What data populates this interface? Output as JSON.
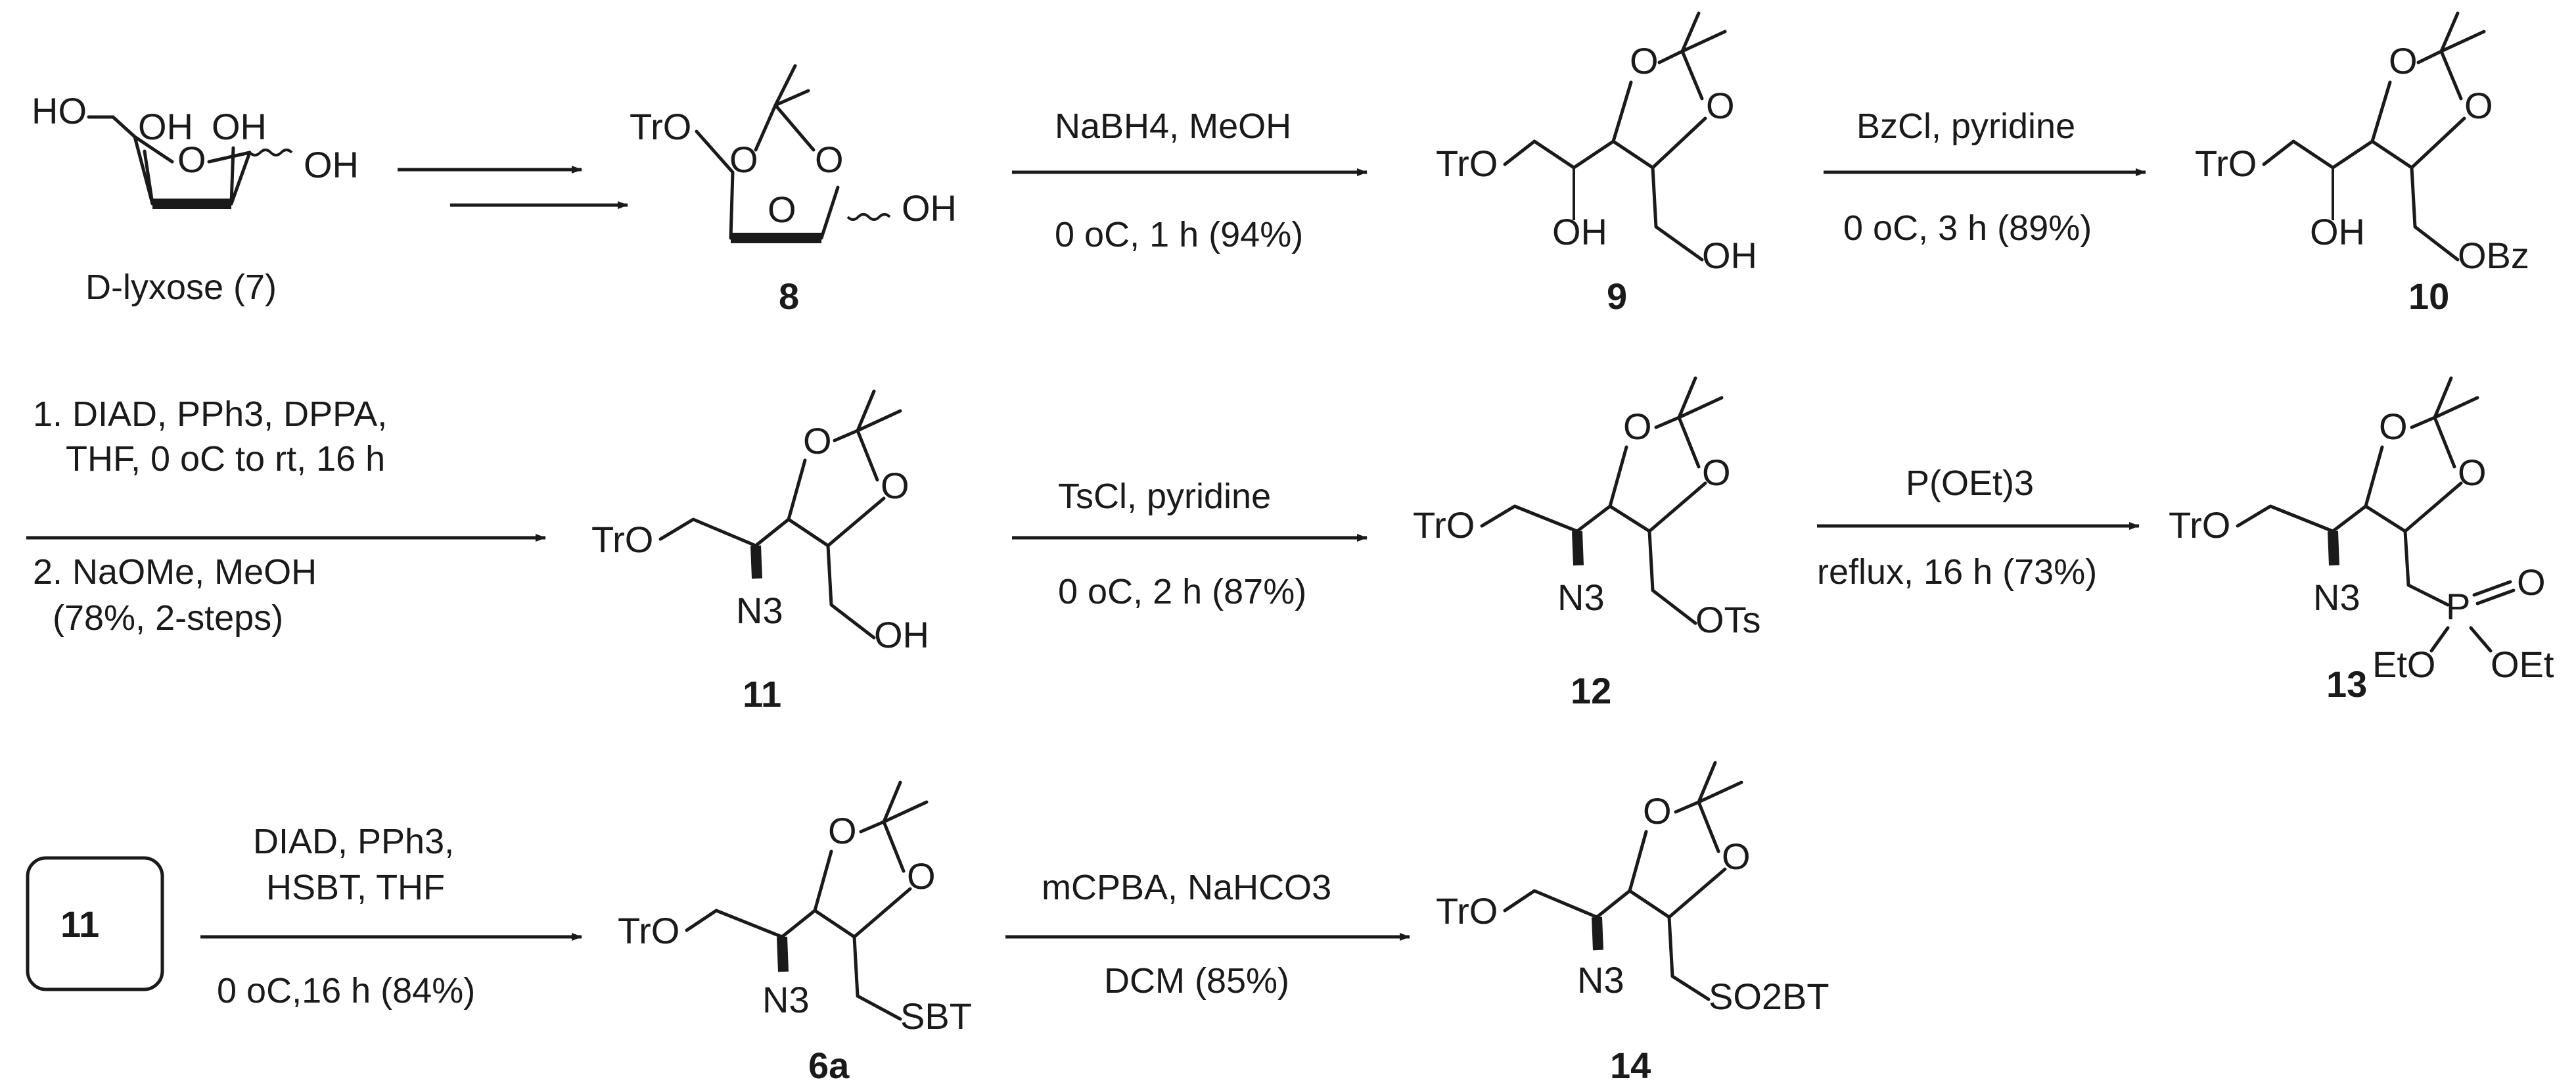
{
  "compounds": {
    "c7": {
      "label": "D-lyxose (7)"
    },
    "c8": {
      "label": "8"
    },
    "c9": {
      "label": "9"
    },
    "c10": {
      "label": "10"
    },
    "c11": {
      "label": "11"
    },
    "c12": {
      "label": "12"
    },
    "c13": {
      "label": "13"
    },
    "c6a": {
      "label": "6a"
    },
    "c14": {
      "label": "14"
    },
    "boxed": {
      "label": "11"
    }
  },
  "steps": {
    "s1": {
      "above": "",
      "below": ""
    },
    "s2": {
      "above": "NaBH4, MeOH",
      "below": "0 oC, 1 h (94%)"
    },
    "s3": {
      "above": "BzCl, pyridine",
      "below": "0 oC, 3 h (89%)"
    },
    "s4": {
      "above1": "1. DIAD, PPh3, DPPA,",
      "above2": "THF, 0 oC to rt, 16 h",
      "below1": "2. NaOMe, MeOH",
      "below2": "(78%, 2-steps)"
    },
    "s5": {
      "above": "TsCl, pyridine",
      "below": "0 oC, 2 h (87%)"
    },
    "s6": {
      "above": "P(OEt)3",
      "below": "reflux, 16 h (73%)"
    },
    "s7": {
      "above1": "DIAD, PPh3,",
      "above2": "HSBT, THF",
      "below": "0 oC,16 h (84%)"
    },
    "s8": {
      "above": "mCPBA, NaHCO3",
      "below": "DCM (85%)"
    }
  },
  "atoms": {
    "HO": "HO",
    "OH": "OH",
    "O": "O",
    "TrO": "TrO",
    "N3": "N3",
    "OBz": "OBz",
    "OTs": "OTs",
    "P": "P",
    "EtO": "EtO",
    "OEt": "OEt",
    "SBT": "SBT",
    "SO2BT": "SO2BT"
  }
}
